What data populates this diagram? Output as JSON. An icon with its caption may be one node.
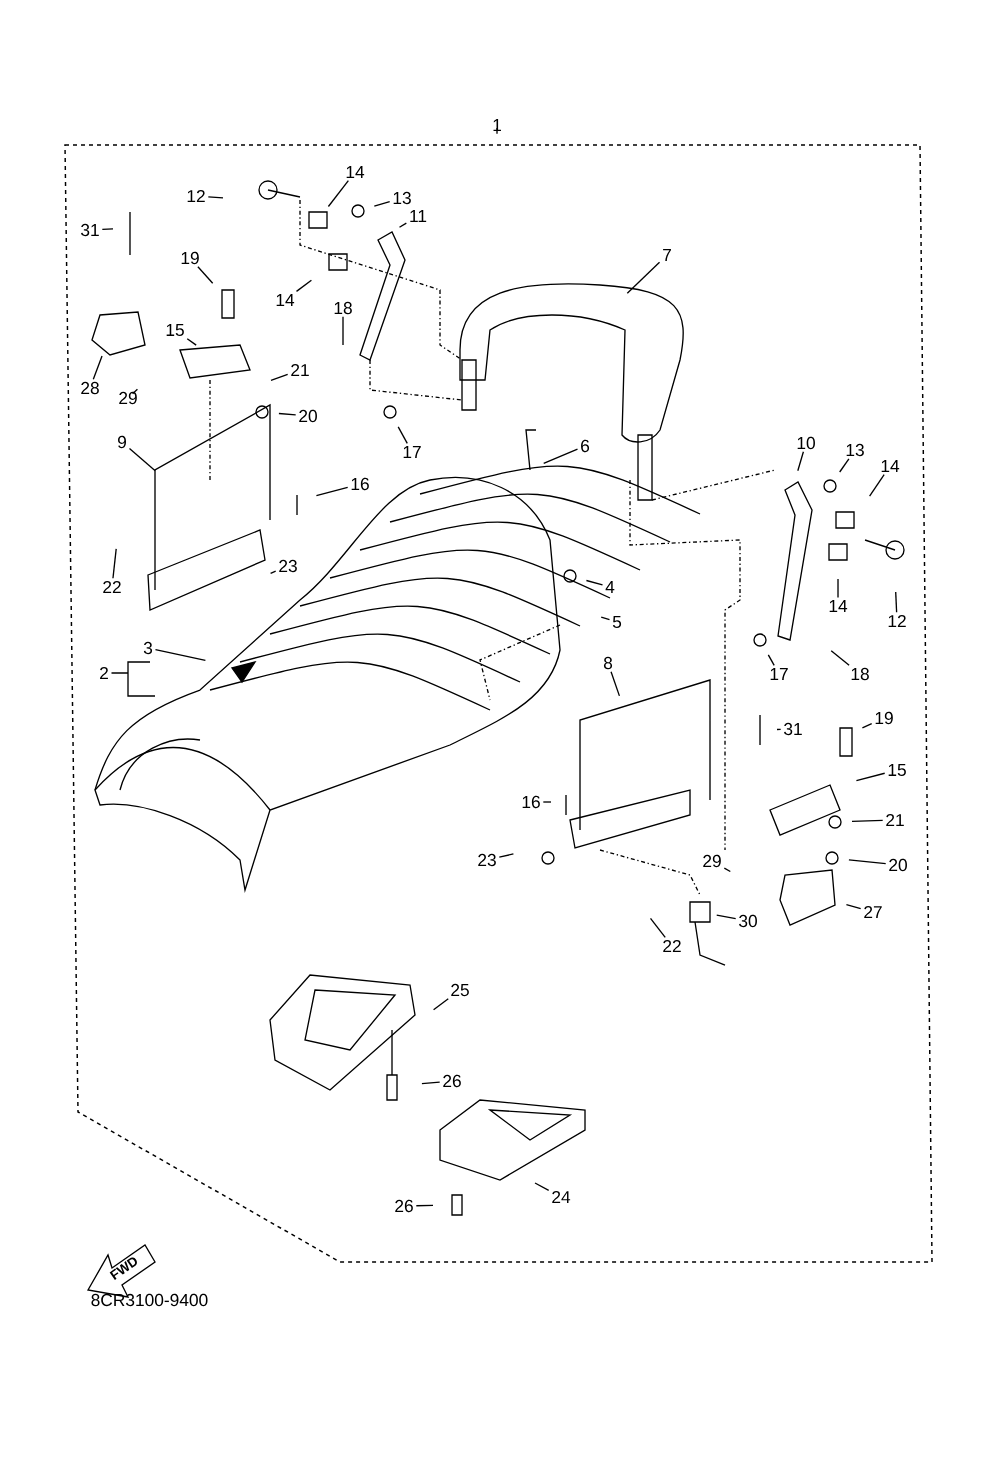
{
  "diagram": {
    "nodes": [
      {
        "text": [
          "1"
        ]
      },
      {
        "text": [
          "14"
        ]
      },
      {
        "text": [
          "12"
        ]
      },
      {
        "text": [
          "13"
        ]
      },
      {
        "text": [
          "31"
        ]
      },
      {
        "text": [
          "11"
        ]
      },
      {
        "text": [
          "7"
        ]
      },
      {
        "text": [
          "19"
        ]
      },
      {
        "text": [
          "14"
        ]
      },
      {
        "text": [
          "18"
        ]
      },
      {
        "text": [
          "15"
        ]
      },
      {
        "text": [
          "28"
        ]
      },
      {
        "text": [
          "29"
        ]
      },
      {
        "text": [
          "21"
        ]
      },
      {
        "text": [
          "20"
        ]
      },
      {
        "text": [
          "10"
        ]
      },
      {
        "text": [
          "6"
        ]
      },
      {
        "text": [
          "9"
        ]
      },
      {
        "text": [
          "17"
        ]
      },
      {
        "text": [
          "13"
        ]
      },
      {
        "text": [
          "14"
        ]
      },
      {
        "text": [
          "16"
        ]
      },
      {
        "text": [
          "23"
        ]
      },
      {
        "text": [
          "22"
        ]
      },
      {
        "text": [
          "4"
        ]
      },
      {
        "text": [
          "14"
        ]
      },
      {
        "text": [
          "12"
        ]
      },
      {
        "text": [
          "5"
        ]
      },
      {
        "text": [
          "3"
        ]
      },
      {
        "text": [
          "2"
        ]
      },
      {
        "text": [
          "8"
        ]
      },
      {
        "text": [
          "17"
        ]
      },
      {
        "text": [
          "18"
        ]
      },
      {
        "text": [
          "19"
        ]
      },
      {
        "text": [
          "31"
        ]
      },
      {
        "text": [
          "15"
        ]
      },
      {
        "text": [
          "16"
        ]
      },
      {
        "text": [
          "21"
        ]
      },
      {
        "text": [
          "23"
        ]
      },
      {
        "text": [
          "20"
        ]
      },
      {
        "text": [
          "29"
        ]
      },
      {
        "text": [
          "27"
        ]
      },
      {
        "text": [
          "30"
        ]
      },
      {
        "text": [
          "22"
        ]
      },
      {
        "text": [
          "25"
        ]
      },
      {
        "text": [
          "26"
        ]
      },
      {
        "text": [
          "24"
        ]
      },
      {
        "text": [
          "26"
        ]
      }
    ],
    "edges": [
      {
        "from": 0,
        "to": null,
        "arrow": "none"
      },
      {
        "from": 1,
        "to": null,
        "arrow": "none"
      },
      {
        "from": 2,
        "to": null,
        "arrow": "none"
      },
      {
        "from": 3,
        "to": null,
        "arrow": "none"
      },
      {
        "from": 4,
        "to": null,
        "arrow": "none"
      },
      {
        "from": 5,
        "to": null,
        "arrow": "none"
      },
      {
        "from": 6,
        "to": null,
        "arrow": "none"
      },
      {
        "from": 7,
        "to": null,
        "arrow": "none"
      },
      {
        "from": 8,
        "to": null,
        "arrow": "none"
      },
      {
        "from": 9,
        "to": null,
        "arrow": "none"
      },
      {
        "from": 10,
        "to": null,
        "arrow": "none"
      },
      {
        "from": 11,
        "to": null,
        "arrow": "none"
      },
      {
        "from": 12,
        "to": null,
        "arrow": "none"
      },
      {
        "from": 13,
        "to": null,
        "arrow": "none"
      },
      {
        "from": 14,
        "to": null,
        "arrow": "none"
      },
      {
        "from": 15,
        "to": null,
        "arrow": "none"
      },
      {
        "from": 16,
        "to": null,
        "arrow": "none"
      },
      {
        "from": 17,
        "to": null,
        "arrow": "none"
      },
      {
        "from": 18,
        "to": null,
        "arrow": "none"
      },
      {
        "from": 19,
        "to": null,
        "arrow": "none"
      },
      {
        "from": 20,
        "to": null,
        "arrow": "none"
      },
      {
        "from": 21,
        "to": null,
        "arrow": "none"
      },
      {
        "from": 22,
        "to": null,
        "arrow": "none"
      },
      {
        "from": 23,
        "to": null,
        "arrow": "none"
      },
      {
        "from": 24,
        "to": null,
        "arrow": "none"
      },
      {
        "from": 25,
        "to": null,
        "arrow": "none"
      },
      {
        "from": 26,
        "to": null,
        "arrow": "none"
      },
      {
        "from": 27,
        "to": null,
        "arrow": "none"
      },
      {
        "from": 28,
        "to": null,
        "arrow": "none"
      },
      {
        "from": 29,
        "to": null,
        "arrow": "none"
      },
      {
        "from": 30,
        "to": null,
        "arrow": "none"
      },
      {
        "from": 31,
        "to": null,
        "arrow": "none"
      },
      {
        "from": 32,
        "to": null,
        "arrow": "none"
      },
      {
        "from": 33,
        "to": null,
        "arrow": "none"
      },
      {
        "from": 34,
        "to": null,
        "arrow": "none"
      },
      {
        "from": 35,
        "to": null,
        "arrow": "none"
      },
      {
        "from": 36,
        "to": null,
        "arrow": "none"
      },
      {
        "from": 37,
        "to": null,
        "arrow": "none"
      },
      {
        "from": 38,
        "to": null,
        "arrow": "none"
      },
      {
        "from": 39,
        "to": null,
        "arrow": "none"
      },
      {
        "from": 40,
        "to": null,
        "arrow": "none"
      },
      {
        "from": 41,
        "to": null,
        "arrow": "none"
      },
      {
        "from": 42,
        "to": null,
        "arrow": "none"
      },
      {
        "from": 43,
        "to": null,
        "arrow": "none"
      },
      {
        "from": 44,
        "to": null,
        "arrow": "none"
      },
      {
        "from": 45,
        "to": null,
        "arrow": "none"
      },
      {
        "from": 46,
        "to": null,
        "arrow": "none"
      },
      {
        "from": 47,
        "to": null,
        "arrow": "none"
      }
    ],
    "labels": [
      "FWD",
      "8CR3100-9400"
    ]
  }
}
